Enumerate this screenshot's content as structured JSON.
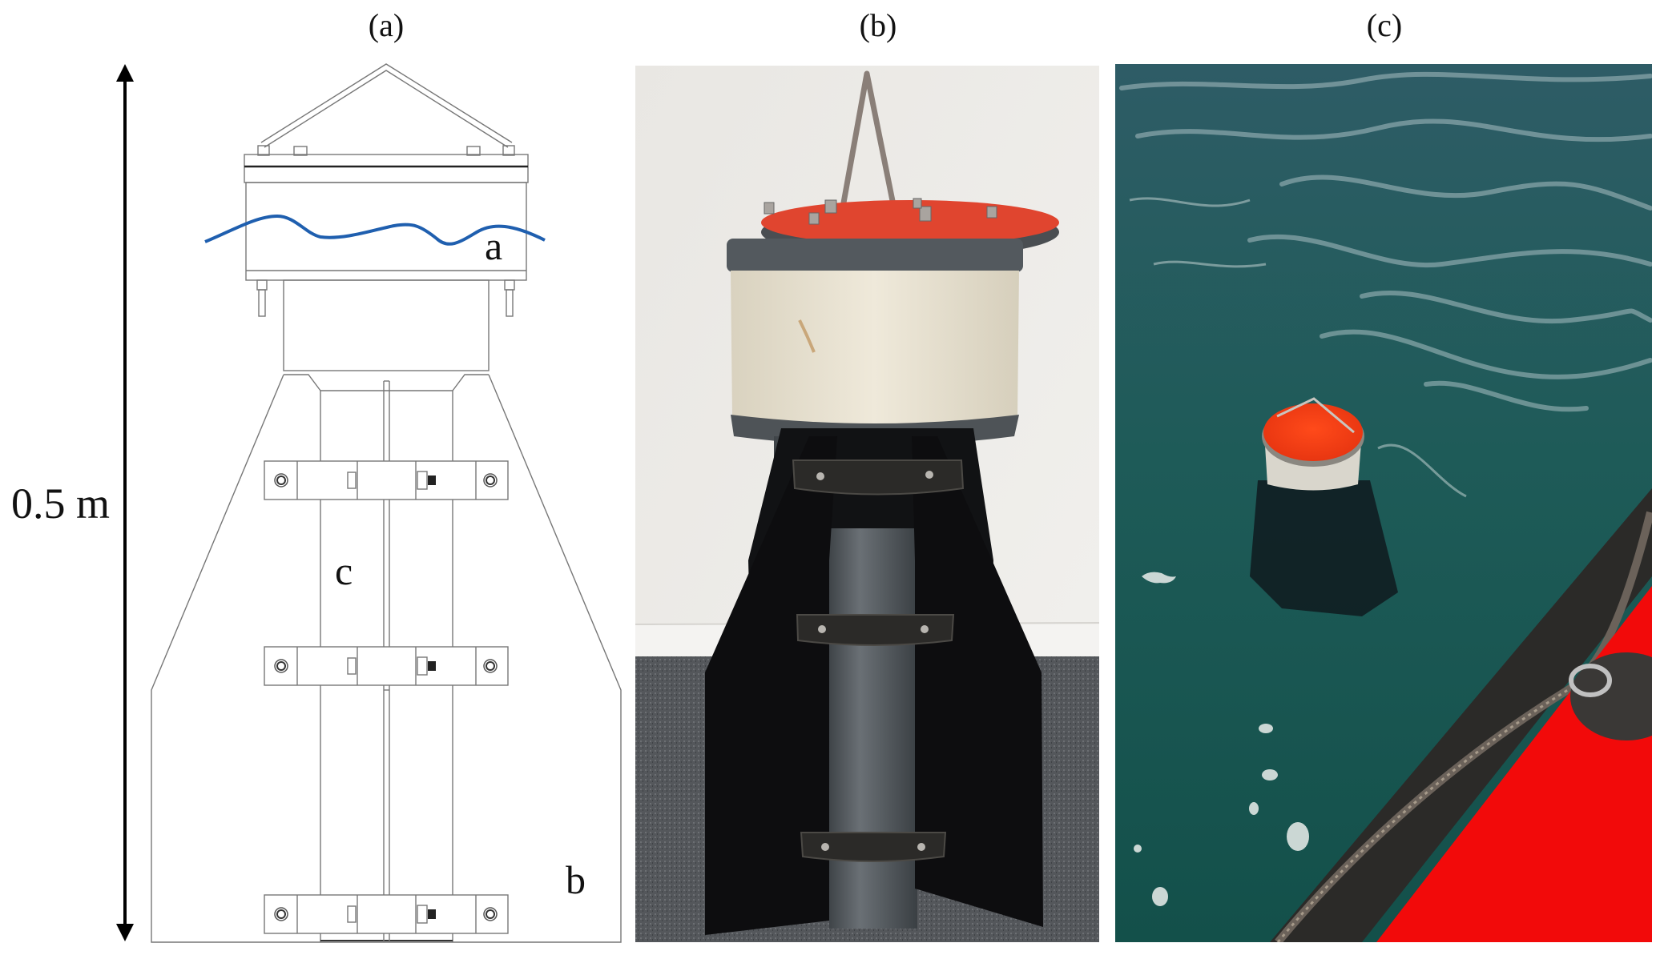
{
  "figure": {
    "panels": [
      {
        "label": "(a)",
        "type": "technical-drawing"
      },
      {
        "label": "(b)",
        "type": "photo-indoor"
      },
      {
        "label": "(c)",
        "type": "photo-at-sea"
      }
    ],
    "dimension": {
      "label": "0.5 m"
    },
    "parts": {
      "a": "a",
      "b": "b",
      "c": "c"
    }
  },
  "colors": {
    "waterline": "#1f5faf",
    "cap_red": "#e0452f",
    "foam": "#e8e1cf",
    "pvc_grey": "#5b6267",
    "fin_black": "#0d0d0f",
    "sea_green": "#1d5a55",
    "boat_red": "#f20a0a",
    "wall": "#eceae6",
    "carpet": "#55585c"
  }
}
